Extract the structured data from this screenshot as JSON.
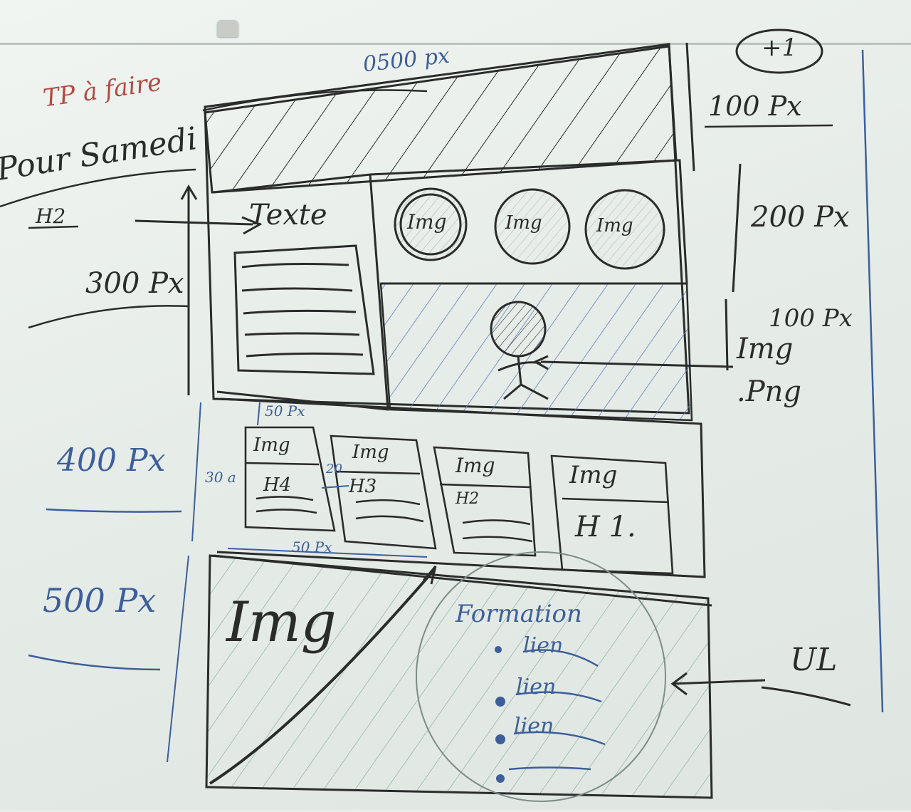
{
  "labels": {
    "tp": "TP à faire",
    "pour": "Pour Samedi",
    "width": "0500 px",
    "plus": "+1",
    "h100": "100 Px",
    "h2": "H2",
    "texte": "Texte",
    "h300": "300 Px",
    "h200": "200 Px",
    "h100b": "100 Px",
    "imgpng_img": "Img",
    "imgpng_png": ".Png",
    "h400": "400 Px",
    "m50": "50 Px",
    "c30": "30 a",
    "c20": "20",
    "b50": "50 Px",
    "h500": "500 Px",
    "bigimg": "Img",
    "formation": "Formation",
    "ul": "UL"
  },
  "circles": [
    "Img",
    "Img",
    "Img"
  ],
  "cards": [
    {
      "img": "Img",
      "heading": "H4"
    },
    {
      "img": "Img",
      "heading": "H3"
    },
    {
      "img": "Img",
      "heading": "H2"
    },
    {
      "img": "Img",
      "heading": "H 1."
    }
  ],
  "list_items": [
    "lien",
    "lien",
    "lien",
    ""
  ],
  "colors": {
    "board": "#e9eeea",
    "marker_black": "#2a2c2c",
    "marker_blue": "#3d5f99",
    "marker_red": "#b24a3f"
  }
}
